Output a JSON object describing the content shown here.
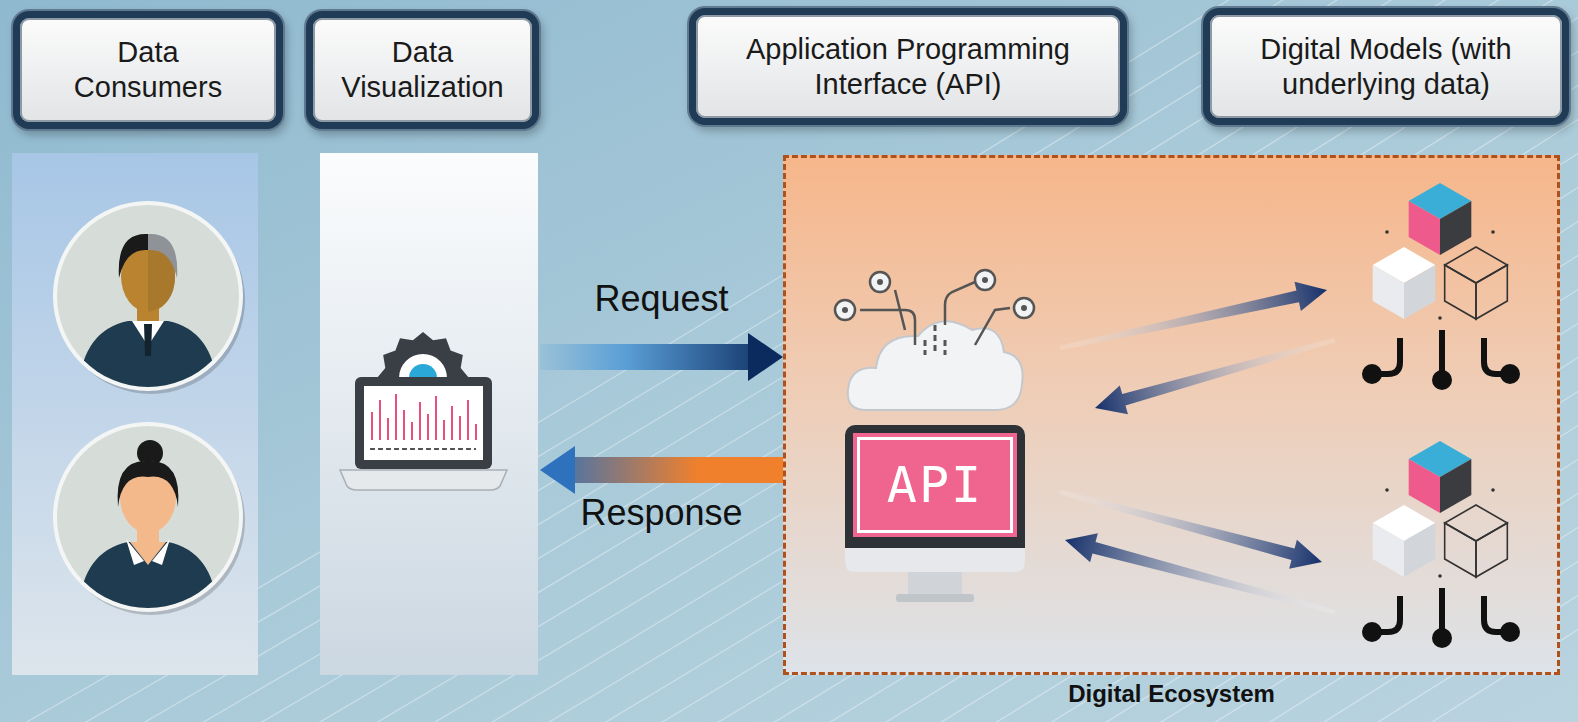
{
  "diagram": {
    "nodes": [
      {
        "text": [
          "Data Consumers"
        ]
      },
      {
        "text": [
          "Data Visualization"
        ]
      },
      {
        "text": [
          "Application Programming Interface (API)"
        ]
      },
      {
        "text": [
          "Digital Models (with underlying data)"
        ]
      },
      {
        "text": [
          "Digital Ecosystem"
        ]
      },
      {
        "text": [
          "API"
        ],
        "in": 4
      }
    ],
    "edges": [
      {
        "from": 1,
        "to": 4,
        "label": "Request",
        "arrow": "to"
      },
      {
        "from": 4,
        "to": 1,
        "label": "Response",
        "arrow": "to"
      }
    ]
  }
}
